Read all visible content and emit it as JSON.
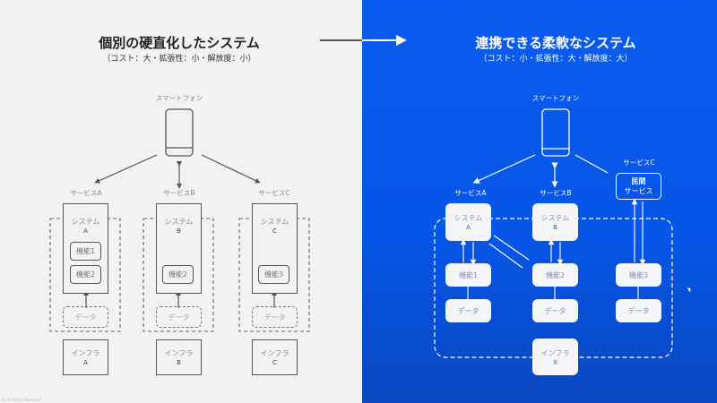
{
  "left": {
    "title": "個別の硬直化したシステム",
    "subtitle": "（コスト：大・拡張性：小・解放度：小）",
    "smartphone_label": "スマートフォン",
    "services": [
      {
        "label": "サービスA",
        "system": "システム",
        "system_id": "A",
        "functions": [
          "機能1",
          "機能2"
        ],
        "data": "データ",
        "infra": "インフラ",
        "infra_id": "A"
      },
      {
        "label": "サービスB",
        "system": "システム",
        "system_id": "B",
        "functions": [
          "機能2"
        ],
        "data": "データ",
        "infra": "インフラ",
        "infra_id": "B"
      },
      {
        "label": "サービスC",
        "system": "システム",
        "system_id": "C",
        "functions": [
          "機能3"
        ],
        "data": "データ",
        "infra": "インフラ",
        "infra_id": "C"
      }
    ],
    "copyright": "© All Rights Reserved"
  },
  "right": {
    "title": "連携できる柔軟なシステム",
    "subtitle": "（コスト：小・拡張性：大・解放度：大）",
    "smartphone_label": "スマートフォン",
    "service_a_label": "サービスA",
    "service_b_label": "サービスB",
    "service_c_label": "サービスC",
    "private_service": [
      "民間",
      "サービス"
    ],
    "system_a": {
      "label": "システム",
      "id": "A"
    },
    "system_b": {
      "label": "システム",
      "id": "B"
    },
    "functions": [
      "機能1",
      "機能2",
      "機能3"
    ],
    "data": [
      "データ",
      "データ",
      "データ"
    ],
    "infra": {
      "label": "インフラ",
      "id": "X"
    }
  },
  "colors": {
    "left_bg": "#f2f2f2",
    "right_bg": "#0a5cf0",
    "line_dark": "#555555",
    "line_light": "#ffffff"
  }
}
